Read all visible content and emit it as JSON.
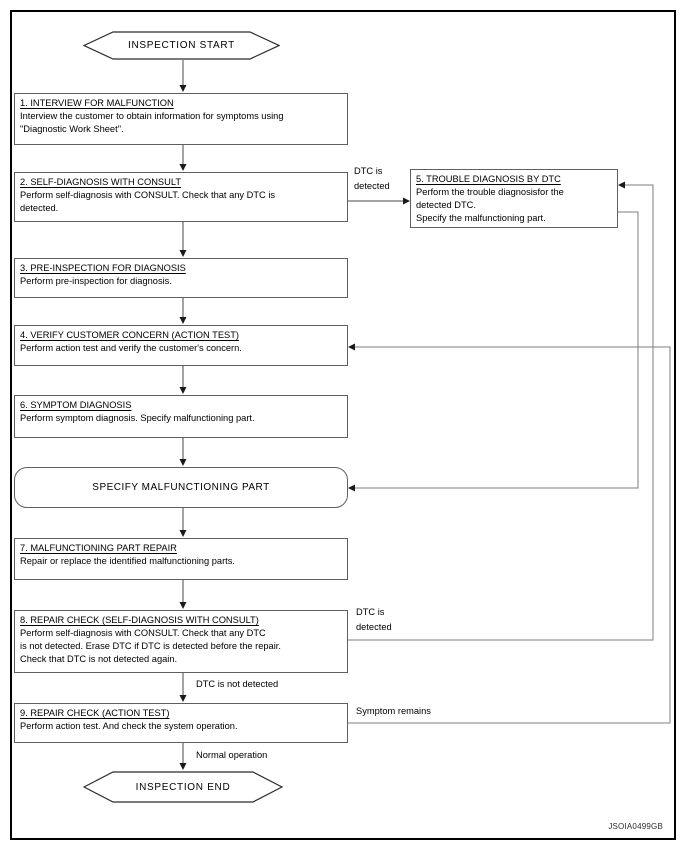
{
  "figure": {
    "code": "JSOIA0499GB"
  },
  "terminals": {
    "start": "INSPECTION START",
    "end": "INSPECTION END"
  },
  "milestone": {
    "label": "SPECIFY MALFUNCTIONING PART"
  },
  "steps": [
    {
      "title": "1. INTERVIEW FOR MALFUNCTION",
      "body": "Interview the customer to obtain information for symptoms using\n\"Diagnostic Work Sheet\"."
    },
    {
      "title": "2. SELF-DIAGNOSIS WITH CONSULT",
      "body": "Perform self-diagnosis with CONSULT. Check that any DTC is\ndetected."
    },
    {
      "title": "3. PRE-INSPECTION FOR DIAGNOSIS",
      "body": "Perform pre-inspection for diagnosis."
    },
    {
      "title": "4. VERIFY CUSTOMER CONCERN (ACTION TEST)",
      "body": "Perform action test and verify the customer's concern."
    },
    {
      "title": "5. TROUBLE DIAGNOSIS BY DTC",
      "body": "Perform the trouble diagnosisfor the\ndetected DTC.\nSpecify the malfunctioning part."
    },
    {
      "title": "6. SYMPTOM DIAGNOSIS",
      "body": "Perform symptom diagnosis. Specify malfunctioning part."
    },
    {
      "title": "7. MALFUNCTIONING PART REPAIR",
      "body": "Repair or replace the identified malfunctioning parts."
    },
    {
      "title": "8. REPAIR CHECK (SELF-DIAGNOSIS WITH CONSULT)",
      "body": "Perform self-diagnosis with CONSULT. Check that any DTC\nis not detected. Erase DTC if DTC is detected before the repair.\nCheck that DTC is not detected again."
    },
    {
      "title": "9. REPAIR CHECK (ACTION TEST)",
      "body": "Perform action test. And check the system operation."
    }
  ],
  "edge_labels": {
    "dtc_detected_top": "DTC is\ndetected",
    "dtc_detected_bottom": "DTC is\ndetected",
    "dtc_not_detected": "DTC is not detected",
    "symptom_remains": "Symptom remains",
    "normal_operation": "Normal operation"
  },
  "colors": {
    "line": "#4a4a4a",
    "return_line": "#7d7d7d",
    "box_border": "#5f5f5f",
    "frame_border": "#000000",
    "background": "#ffffff"
  }
}
